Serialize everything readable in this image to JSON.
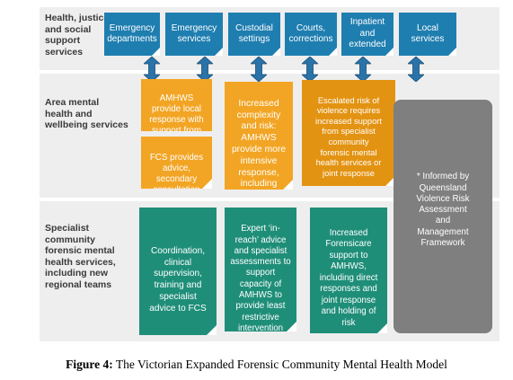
{
  "rows": [
    {
      "id": "health",
      "label": "Health, justice,\nand social\nsupport\nservices"
    },
    {
      "id": "area",
      "label": "Area mental\nhealth and\nwellbeing services"
    },
    {
      "id": "specialist",
      "label": "Specialist\ncommunity\nforensic mental\nhealth services,\nincluding new\nregional teams"
    }
  ],
  "top_boxes": [
    "Emergency\ndepartments",
    "Emergency\nservices",
    "Custodial\nsettings",
    "Courts,\ncorrections",
    "Inpatient\nand\nextended",
    "Local\nservices"
  ],
  "area_boxes": {
    "amhws_local": "AMHWS\nprovide local\nresponse with\nsupport from",
    "fcs_advice": "FCS provides\nadvice,\nsecondary\nconsultation",
    "increased_complexity": "Increased\ncomplexity\nand risk:\nAMHWS\nprovide more\nintensive\nresponse,\nincluding",
    "escalated_risk": "Escalated risk of\nviolence requires\nincreased support\nfrom specialist\ncommunity\nforensic mental\nhealth services or\njoint response"
  },
  "specialist_boxes": {
    "coordination": "Coordination,\nclinical\nsupervision,\ntraining and\nspecialist\nadvice to FCS",
    "expert_inreach": "Expert ‘in-\nreach’ advice\nand specialist\nassessments to\nsupport\ncapacity of\nAMHWS to\nprovide least\nrestrictive\nintervention",
    "increased_forensicare": "Increased\nForensicare\nsupport to\nAMHWS,\nincluding direct\nresponses and\njoint response\nand holding of\nrisk"
  },
  "side_note": "* Informed by\nQueensland\nViolence Risk\nAssessment\nand\nManagement\nFramework",
  "caption": {
    "label": "Figure 4:",
    "text": " The Victorian Expanded Forensic Community Mental Health Model"
  },
  "colors": {
    "blue": "#1f7eb0",
    "orange": "#f2a524",
    "dark_orange": "#e39312",
    "green": "#1f8e79",
    "gray": "#7f7f7f",
    "band": "#ededed"
  }
}
